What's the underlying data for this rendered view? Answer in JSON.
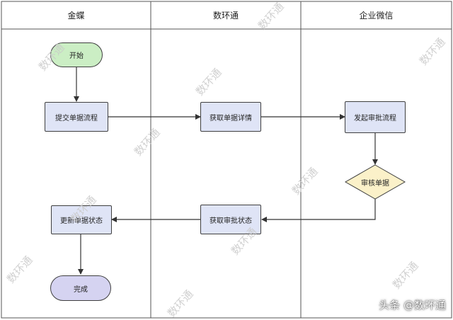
{
  "lanes": [
    "金蝶",
    "数环通",
    "企业微信"
  ],
  "nodes": {
    "start": "开始",
    "submit": "提交单据流程",
    "fetch_detail": "获取单据详情",
    "initiate_approval": "发起审批流程",
    "review": "审核单据",
    "fetch_status": "获取审批状态",
    "update_status": "更新单据状态",
    "done": "完成"
  },
  "watermark": "数环通",
  "credit": "头条 @数环通",
  "colors": {
    "start_fill": "#cbeec4",
    "task_fill": "#dfe4f6",
    "decision_fill": "#fbf1c9",
    "end_fill": "#d5d3f1",
    "stroke": "#3f3f3f"
  }
}
